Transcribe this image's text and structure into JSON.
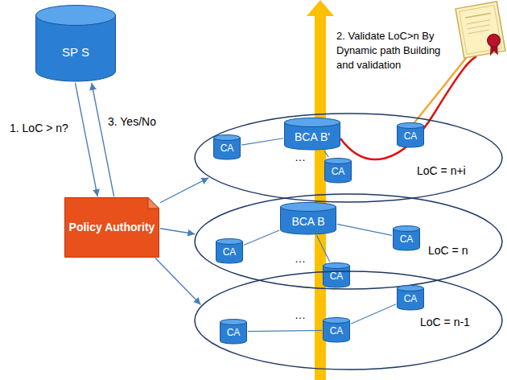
{
  "diagram": {
    "nodes": [
      {
        "text": [
          "SP S"
        ]
      },
      {
        "text": [
          "Policy Authority"
        ]
      },
      {
        "text": [
          "LoC = n+i"
        ]
      },
      {
        "text": [
          "BCA B'"
        ],
        "in": 2
      },
      {
        "text": [
          "CA"
        ],
        "in": 2
      },
      {
        "text": [
          "CA"
        ],
        "in": 2
      },
      {
        "text": [
          "CA"
        ],
        "in": 2
      },
      {
        "text": [
          "LoC = n"
        ]
      },
      {
        "text": [
          "BCA B"
        ],
        "in": 7
      },
      {
        "text": [
          "CA"
        ],
        "in": 7
      },
      {
        "text": [
          "CA"
        ],
        "in": 7
      },
      {
        "text": [
          "CA"
        ],
        "in": 7
      },
      {
        "text": [
          "LoC = n-1"
        ]
      },
      {
        "text": [
          "CA"
        ],
        "in": 12
      },
      {
        "text": [
          "CA"
        ],
        "in": 12
      },
      {
        "text": [
          "CA"
        ],
        "in": 12
      }
    ],
    "edges": [
      {
        "from": 0,
        "to": 1,
        "arrow": "to"
      },
      {
        "from": 1,
        "to": 0,
        "arrow": "to"
      },
      {
        "from": 1,
        "to": 2,
        "arrow": "to"
      },
      {
        "from": 1,
        "to": 7,
        "arrow": "to"
      },
      {
        "from": 1,
        "to": 12,
        "arrow": "to"
      },
      {
        "from": 3,
        "to": 4,
        "arrow": "none"
      },
      {
        "from": 3,
        "to": 6,
        "arrow": "none"
      },
      {
        "from": 8,
        "to": 9,
        "arrow": "none"
      },
      {
        "from": 8,
        "to": 10,
        "arrow": "none"
      },
      {
        "from": 8,
        "to": 11,
        "arrow": "none"
      },
      {
        "from": 13,
        "to": 15,
        "arrow": "none"
      },
      {
        "from": 15,
        "to": 14,
        "arrow": "none"
      }
    ],
    "labels": [
      "1. LoC > n?",
      "3. Yes/No",
      "2. Validate LoC>n By Dynamic path Building and validation",
      "…",
      "…",
      "…"
    ]
  }
}
